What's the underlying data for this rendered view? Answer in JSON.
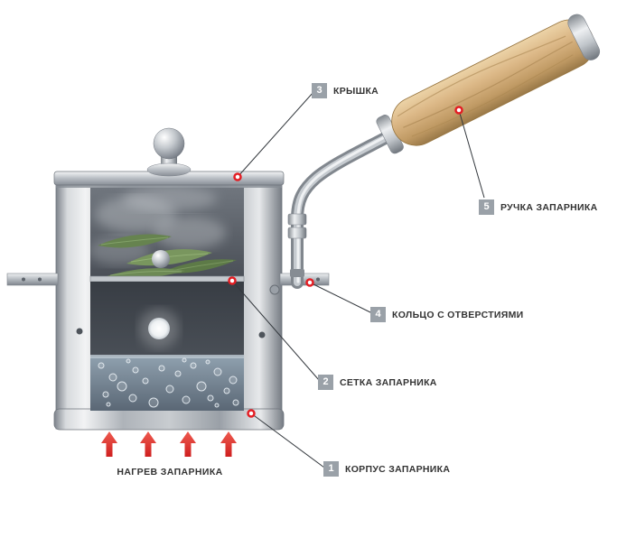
{
  "callouts": [
    {
      "num": "1",
      "label": "КОРПУС ЗАПАРНИКА"
    },
    {
      "num": "2",
      "label": "СЕТКА ЗАПАРНИКА"
    },
    {
      "num": "3",
      "label": "КРЫШКА"
    },
    {
      "num": "4",
      "label": "КОЛЬЦО С ОТВЕРСТИЯМИ"
    },
    {
      "num": "5",
      "label": "РУЧКА ЗАПАРНИКА"
    }
  ],
  "labels": {
    "heating": "НАГРЕВ ЗАПАРНИКА"
  },
  "colors": {
    "callout_badge": "#9aa1a8",
    "marker_ring": "#e31e24",
    "heat_arrow": "#d92a23",
    "leader_line": "#33383d",
    "label_text": "#333333",
    "background": "#ffffff"
  }
}
